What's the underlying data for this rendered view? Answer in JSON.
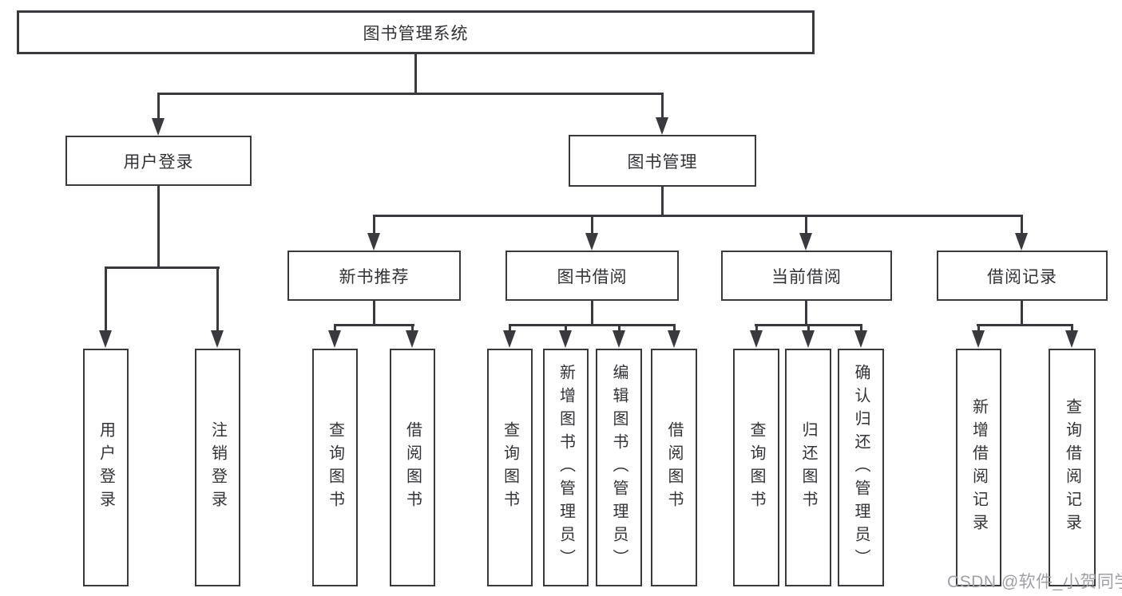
{
  "colors": {
    "line": "#3a3a3e",
    "text": "#333337",
    "watermark": "#a0a0a4",
    "background": "#ffffff"
  },
  "watermark": {
    "text": "CSDN @软件_小贺同学"
  },
  "tree": {
    "label": "图书管理系统",
    "children": [
      {
        "label": "用户登录",
        "children": [
          {
            "label": "用户登录"
          },
          {
            "label": "注销登录"
          }
        ]
      },
      {
        "label": "图书管理",
        "children": [
          {
            "label": "新书推荐",
            "children": [
              {
                "label": "查询图书"
              },
              {
                "label": "借阅图书"
              }
            ]
          },
          {
            "label": "图书借阅",
            "children": [
              {
                "label": "查询图书"
              },
              {
                "label": "新增图书（管理员）"
              },
              {
                "label": "编辑图书（管理员）"
              },
              {
                "label": "借阅图书"
              }
            ]
          },
          {
            "label": "当前借阅",
            "children": [
              {
                "label": "查询图书"
              },
              {
                "label": "归还图书"
              },
              {
                "label": "确认归还（管理员）"
              }
            ]
          },
          {
            "label": "借阅记录",
            "children": [
              {
                "label": "新增借阅记录"
              },
              {
                "label": "查询借阅记录"
              }
            ]
          }
        ]
      }
    ]
  }
}
